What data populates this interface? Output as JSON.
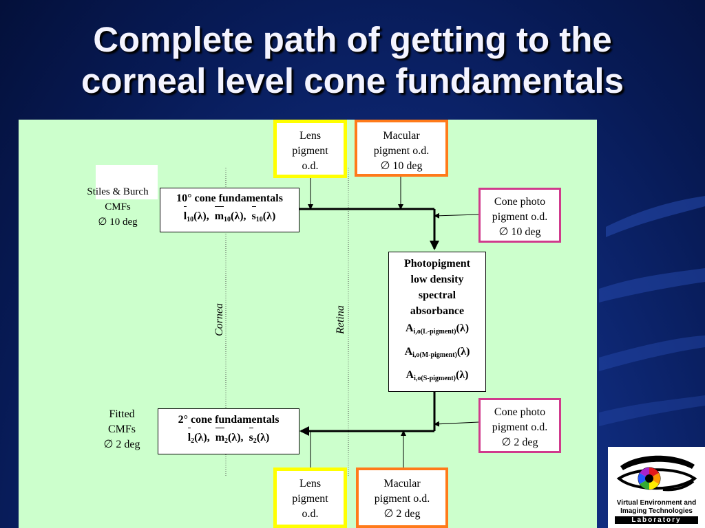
{
  "slide": {
    "title_lines": [
      "Complete path of getting to the",
      "corneal level cone fundamentals"
    ]
  },
  "diagram": {
    "lens_top": [
      "Lens",
      "pigment",
      "o.d."
    ],
    "macular_top": [
      "Macular",
      "pigment o.d.",
      "∅ 10 deg"
    ],
    "stiles_burch": [
      "Stiles & Burch",
      "CMFs",
      "∅ 10 deg"
    ],
    "cone10": {
      "heading": "10° cone fundamentals",
      "l": "l",
      "l_sub": "10",
      "l_tail": "(λ),",
      "m": "m",
      "m_sub": "10",
      "m_tail": "(λ),",
      "s": "s",
      "s_sub": "10",
      "s_tail": "(λ)"
    },
    "cone_photo_10": [
      "Cone photo",
      "pigment o.d.",
      "∅ 10 deg"
    ],
    "photopigment": {
      "lines": [
        "Photopigment",
        "low density",
        "spectral",
        "absorbance"
      ],
      "a1": "A",
      "a1_sub": "i,o(L-pigment)",
      "a1_tail": "(λ)",
      "a2": "A",
      "a2_sub": "i,o(M-pigment)",
      "a2_tail": "(λ)",
      "a3": "A",
      "a3_sub": "i,o(S-pigment)",
      "a3_tail": "(λ)"
    },
    "cornea_label": "Cornea",
    "retina_label": "Retina",
    "cone_photo_2": [
      "Cone photo",
      "pigment o.d.",
      "∅ 2 deg"
    ],
    "fitted": [
      "Fitted",
      "CMFs",
      "∅ 2 deg"
    ],
    "cone2": {
      "heading": "2° cone fundamentals",
      "l": "l",
      "l_sub": "2",
      "l_tail": "(λ),",
      "m": "m",
      "m_sub": "2",
      "m_tail": "(λ),",
      "s": "s",
      "s_sub": "2",
      "s_tail": "(λ)"
    },
    "lens_bottom": [
      "Lens",
      "pigment",
      "o.d."
    ],
    "macular_bottom": [
      "Macular",
      "pigment o.d.",
      "∅ 2 deg"
    ]
  },
  "logo": {
    "lines": [
      "Virtual Environment and",
      "Imaging Technologies",
      "Laboratory"
    ]
  },
  "colors": {
    "panel": "#ccffcc",
    "lens_border": "#ffff00",
    "macular_border": "#ff7a1a",
    "cone_photo_border": "#d03a8c"
  }
}
